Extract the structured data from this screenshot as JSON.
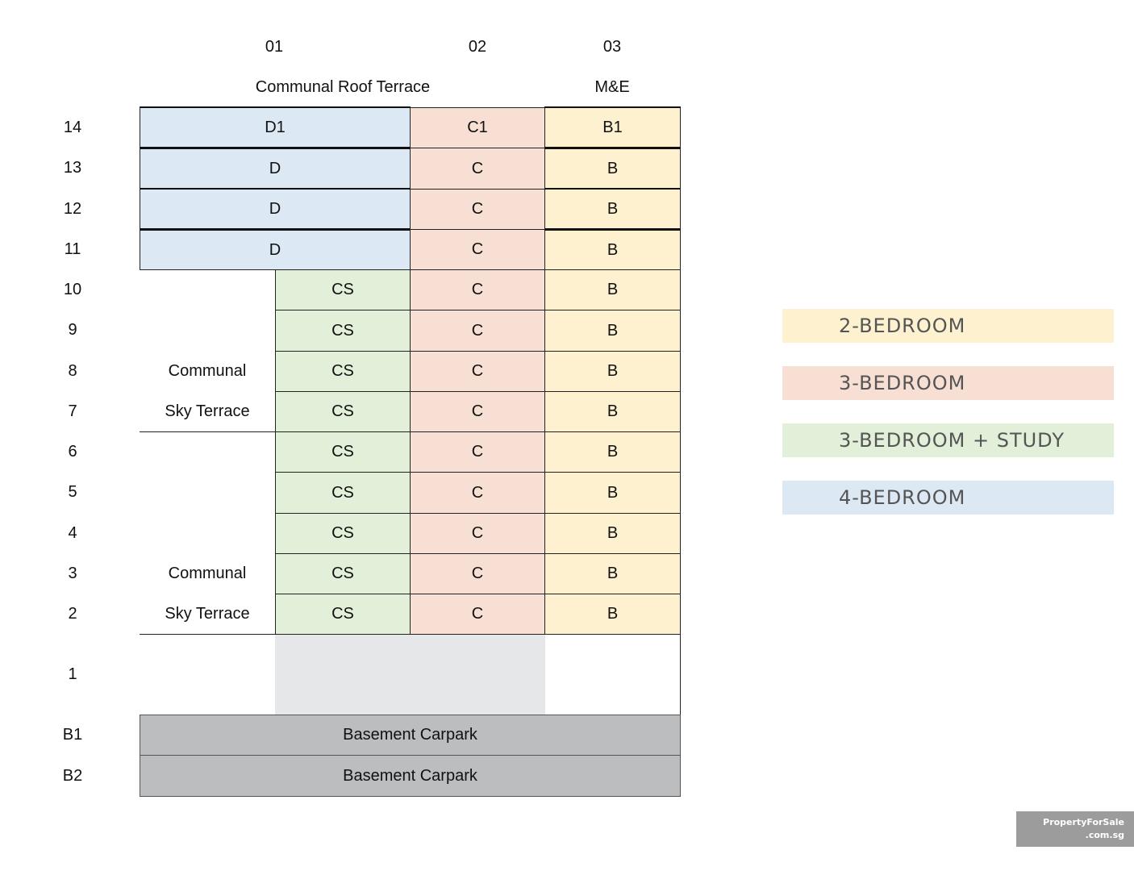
{
  "columns": {
    "c1": "01",
    "c2": "02",
    "c3": "03"
  },
  "top_labels": {
    "roof": "Communal Roof Terrace",
    "me": "M&E"
  },
  "floors": {
    "f14": "14",
    "f13": "13",
    "f12": "12",
    "f11": "11",
    "f10": "10",
    "f9": "9",
    "f8": "8",
    "f7": "7",
    "f6": "6",
    "f5": "5",
    "f4": "4",
    "f3": "3",
    "f2": "2",
    "f1": "1",
    "b1": "B1",
    "b2": "B2"
  },
  "units": {
    "d1": "D1",
    "c1": "C1",
    "bb1": "B1",
    "d": "D",
    "c": "C",
    "b": "B",
    "cs": "CS"
  },
  "sky_terrace": {
    "line1": "Communal",
    "line2": "Sky Terrace"
  },
  "basement": "Basement Carpark",
  "legend": {
    "two_bed": "2-BEDROOM",
    "three_bed": "3-BEDROOM",
    "three_bed_study": "3-BEDROOM + STUDY",
    "four_bed": "4-BEDROOM"
  },
  "colors": {
    "four_bedroom": "#dde8f5",
    "three_bedroom": "#f8dfd4",
    "two_bedroom": "#fdf1cf",
    "three_bedroom_study": "#e2efd9",
    "basement": "#bcbdbf"
  },
  "watermark": {
    "line1": "PropertyForSale",
    "line2": ".com.sg"
  }
}
